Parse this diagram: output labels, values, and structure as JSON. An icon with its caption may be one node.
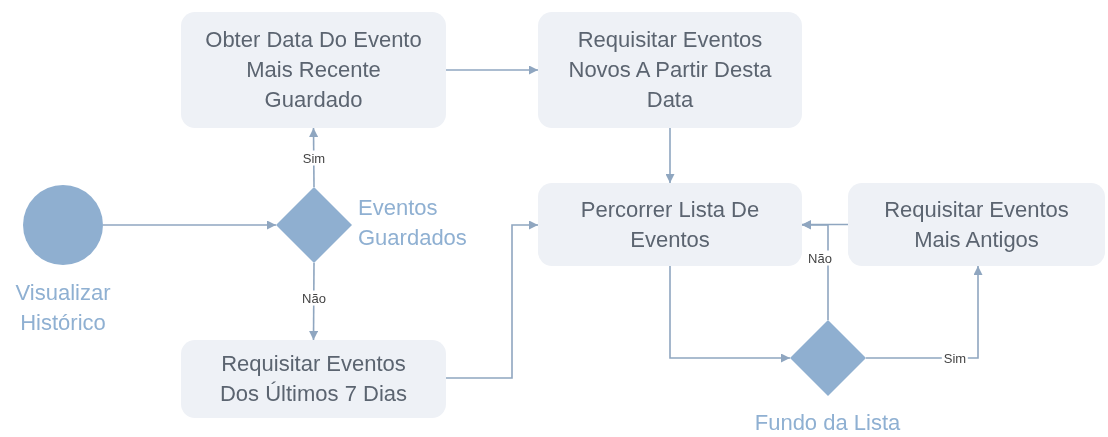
{
  "diagram": {
    "nodes": [
      {
        "text": [],
        "shape": "circle",
        "beside": [
          "Visualizar Histórico"
        ]
      },
      {
        "text": [],
        "shape": "diamond",
        "beside": [
          "Eventos Guardados"
        ]
      },
      {
        "text": [
          "Obter Data Do Evento Mais Recente Guardado"
        ]
      },
      {
        "text": [
          "Requisitar Eventos Novos A Partir Desta Data"
        ]
      },
      {
        "text": [
          "Requisitar Eventos Dos Últimos 7 Dias"
        ]
      },
      {
        "text": [
          "Percorrer Lista De Eventos"
        ]
      },
      {
        "text": [
          "Requisitar Eventos Mais Antigos"
        ]
      },
      {
        "text": [],
        "shape": "diamond",
        "beside": [
          "Fundo da Lista"
        ]
      }
    ],
    "edges": [
      {
        "from": 0,
        "to": 1,
        "arrow": "to"
      },
      {
        "from": 1,
        "to": 2,
        "arrow": "to",
        "label": "Sim"
      },
      {
        "from": 1,
        "to": 4,
        "arrow": "to",
        "label": "Não"
      },
      {
        "from": 2,
        "to": 3,
        "arrow": "to"
      },
      {
        "from": 3,
        "to": 5,
        "arrow": "to"
      },
      {
        "from": 4,
        "to": 5,
        "arrow": "to"
      },
      {
        "from": 5,
        "to": 7,
        "arrow": "to"
      },
      {
        "from": 7,
        "to": 6,
        "arrow": "to",
        "label": "Sim"
      },
      {
        "from": 7,
        "to": 5,
        "arrow": "to",
        "label": "Não"
      },
      {
        "from": 6,
        "to": 5,
        "arrow": "to"
      }
    ]
  }
}
